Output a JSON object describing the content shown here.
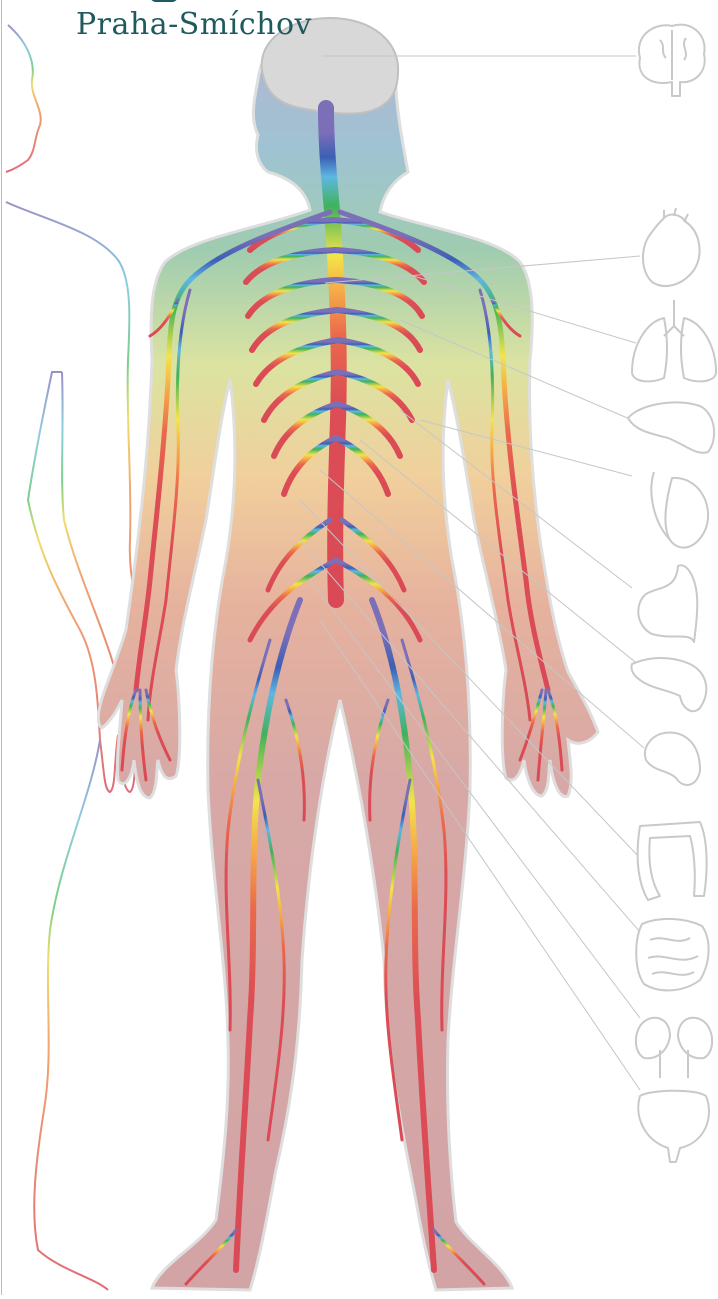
{
  "header": {
    "subtitle": "Praha-Smíchov"
  },
  "colors": {
    "title": "#1f5a5e",
    "organ_outline": "#c9c9c9",
    "leader_line": "#c4c4c4",
    "brain_fill": "#d9d9d9",
    "nerve_gradient": [
      "#8a7fc0",
      "#3f63b7",
      "#62b8e2",
      "#41b45b",
      "#f2e64c",
      "#f5a24a",
      "#e8624d",
      "#d94b57"
    ],
    "skin_gradient": [
      "#b9b3cf",
      "#93c1c9",
      "#a6cf9a",
      "#efe3a0",
      "#efc3a0",
      "#dbaaa5",
      "#d2a5a7"
    ]
  },
  "organs": [
    {
      "id": "brain",
      "icon": "brain-icon"
    },
    {
      "id": "heart",
      "icon": "heart-icon"
    },
    {
      "id": "lungs",
      "icon": "lungs-icon"
    },
    {
      "id": "liver",
      "icon": "liver-icon"
    },
    {
      "id": "gallbladder",
      "icon": "gallbladder-icon"
    },
    {
      "id": "stomach",
      "icon": "stomach-icon"
    },
    {
      "id": "pancreas",
      "icon": "pancreas-icon"
    },
    {
      "id": "spleen",
      "icon": "spleen-icon"
    },
    {
      "id": "colon",
      "icon": "colon-icon"
    },
    {
      "id": "small-intestine",
      "icon": "small-intestine-icon"
    },
    {
      "id": "kidneys",
      "icon": "kidneys-icon"
    },
    {
      "id": "bladder",
      "icon": "bladder-icon"
    }
  ]
}
